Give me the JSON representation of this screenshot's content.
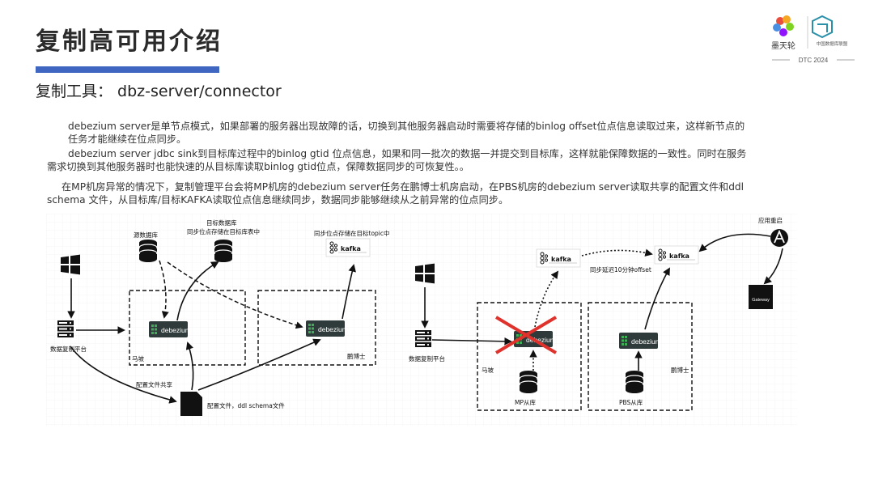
{
  "header": {
    "title": "复制高可用介绍",
    "subtitle": "复制工具： dbz-server/connector"
  },
  "logos": {
    "brand_name": "墨天轮",
    "event_label": "DTC 2024",
    "org_name": "中国数据库联盟"
  },
  "paragraphs": [
    "debezium server是单节点模式，如果部署的服务器出现故障的话，切换到其他服务器启动时需要将存储的binlog offset位点信息读取过来，这样新节点的任务才能继续在位点同步。",
    "debezium server jdbc sink到目标库过程中的binlog gtid 位点信息，如果和同一批次的数据一并提交到目标库，这样就能保障数据的一致性。同时在服务需求切换到其他服务器时也能快速的从目标库读取binlog gtid位点，保障数据同步的可恢复性。。",
    "在MP机房异常的情况下，复制管理平台会将MP机房的debezium server任务在鹏博士机房启动，在PBS机房的debezium server读取共享的配置文件和ddl schema 文件，从目标库/目标KAFKA读取位点信息继续同步，数据同步能够继续从之前异常的位点同步。"
  ],
  "diagram_left": {
    "source_db_label": "源数据库",
    "target_db_label_line1": "目标数据库",
    "target_db_label_line2": "同步位点存储在目标库表中",
    "kafka_label": "同步位点存储在目标topic中",
    "platform_label": "数据复制平台",
    "debezium_label": "debezium",
    "room1_label": "马坡",
    "room2_label": "鹏博士",
    "share_label": "配置文件共享",
    "file_label": "配置文件，ddl schema文件",
    "kafka_text": "kafka"
  },
  "diagram_right": {
    "platform_label": "数据复制平台",
    "debezium_label": "debezium",
    "room1_label": "马坡",
    "room2_label": "鹏博士",
    "mp_db_label": "MP从库",
    "pbs_db_label": "PBS从库",
    "offset_label": "同步延迟10分钟offset",
    "restart_label": "应用重启",
    "gateway_label": "Gateway",
    "kafka_text": "kafka"
  },
  "colors": {
    "accent_bar": "#3f67c2",
    "cross": "#e0322c",
    "debezium_box": "#2f3b3a",
    "debezium_green": "#3fae57"
  }
}
